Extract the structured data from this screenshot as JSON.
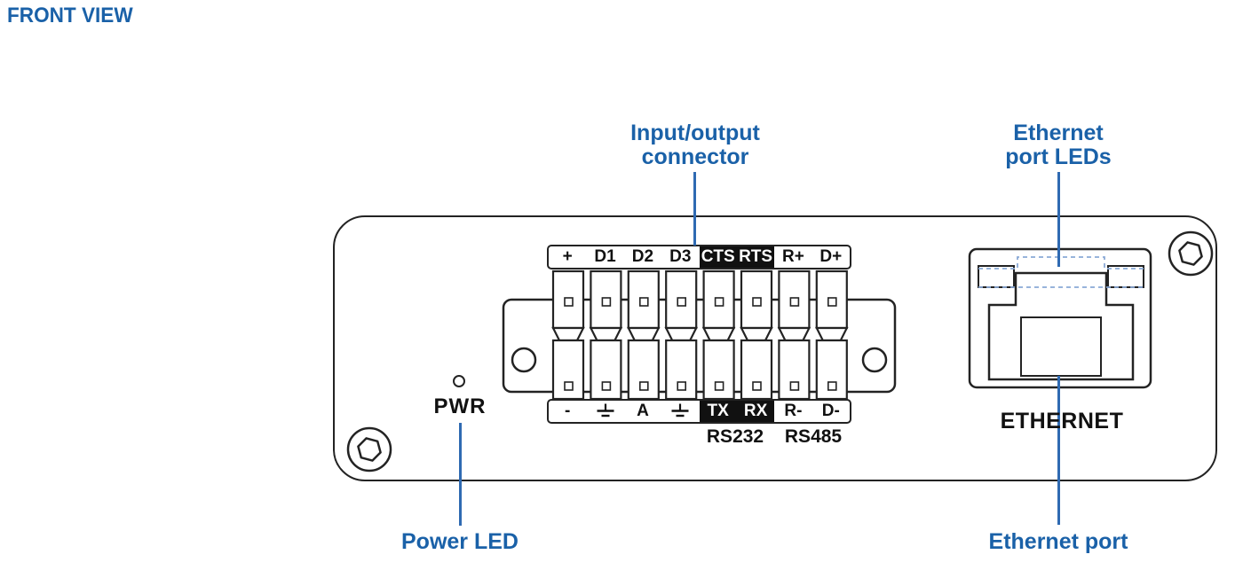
{
  "title": "FRONT VIEW",
  "colors": {
    "accent": "#1a61a8",
    "leader_line": "#2f6ab2",
    "stroke": "#232323",
    "inverted_bg": "#111111",
    "led_dash": "#8aa9d6"
  },
  "callouts": {
    "io_connector": [
      "Input/output",
      "connector"
    ],
    "ethernet_port_leds": [
      "Ethernet",
      "port LEDs"
    ],
    "power_led": "Power LED",
    "ethernet_port": "Ethernet port"
  },
  "panel": {
    "power_led_label": "PWR",
    "ethernet_label": "ETHERNET",
    "connector": {
      "top_labels": [
        {
          "text": "+"
        },
        {
          "text": "D1"
        },
        {
          "text": "D2"
        },
        {
          "text": "D3"
        },
        {
          "text": "CTS",
          "inverted": true
        },
        {
          "text": "RTS",
          "inverted": true
        },
        {
          "text": "R+"
        },
        {
          "text": "D+"
        }
      ],
      "bottom_labels": [
        {
          "text": "-"
        },
        {
          "icon": "ground-icon"
        },
        {
          "text": "A"
        },
        {
          "icon": "ground-icon"
        },
        {
          "text": "TX",
          "inverted": true
        },
        {
          "text": "RX",
          "inverted": true
        },
        {
          "text": "R-"
        },
        {
          "text": "D-"
        }
      ],
      "serial_standards": [
        "RS232",
        "RS485"
      ]
    }
  },
  "icons": {
    "screws": "hex-screw-icon",
    "ground": "ground-icon",
    "power_led": "power-led-indicator"
  }
}
